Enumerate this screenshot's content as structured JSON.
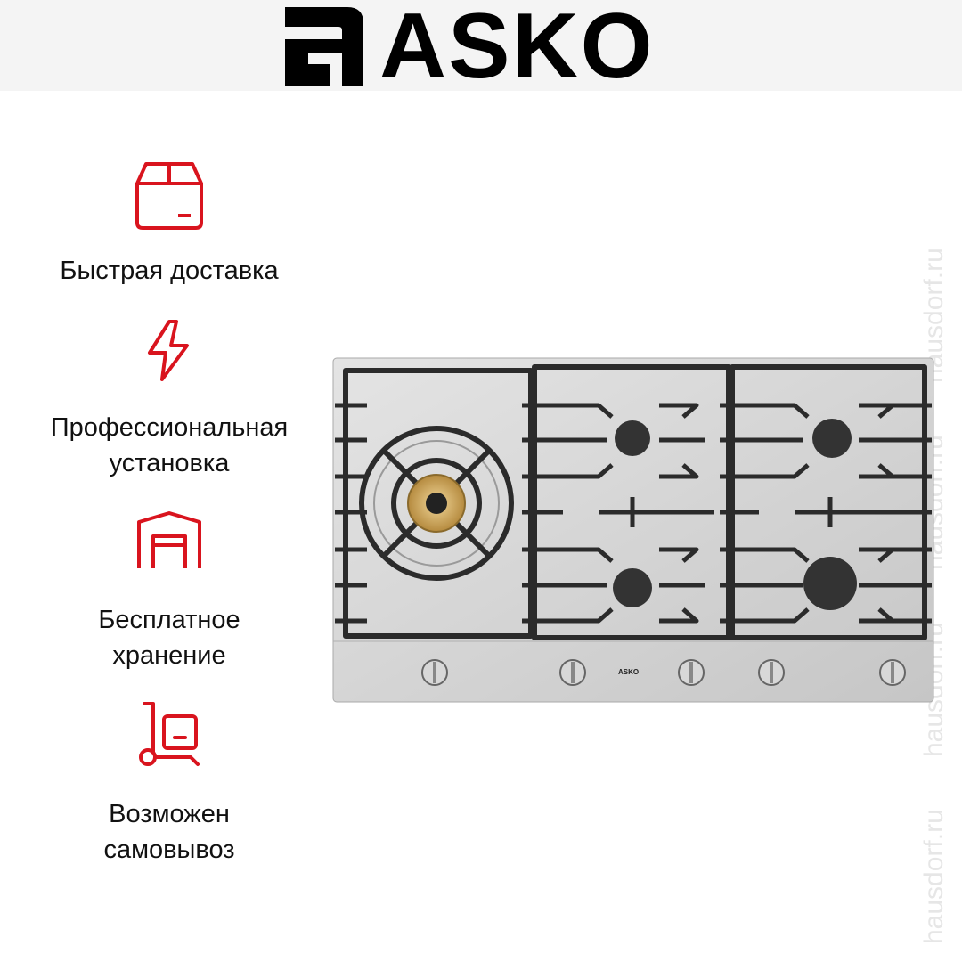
{
  "brand": {
    "name": "ASKO"
  },
  "features": [
    {
      "icon": "box-icon",
      "label": "Быстрая доставка"
    },
    {
      "icon": "lightning-icon",
      "label": "Профессиональная установка",
      "lines": [
        "Профессиональная",
        "установка"
      ]
    },
    {
      "icon": "warehouse-icon",
      "label": "Бесплатное хранение",
      "lines": [
        "Бесплатное",
        "хранение"
      ]
    },
    {
      "icon": "hand-truck-icon",
      "label": "Возможен самовывоз",
      "lines": [
        "Возможен",
        "самовывоз"
      ]
    }
  ],
  "product": {
    "panel_logo": "ASKO"
  },
  "watermark": "hausdorf.ru",
  "colors": {
    "accent": "#d9141e",
    "topbar": "#f4f4f4",
    "steel": "#d4d4d4",
    "grate": "#2b2b2b"
  }
}
